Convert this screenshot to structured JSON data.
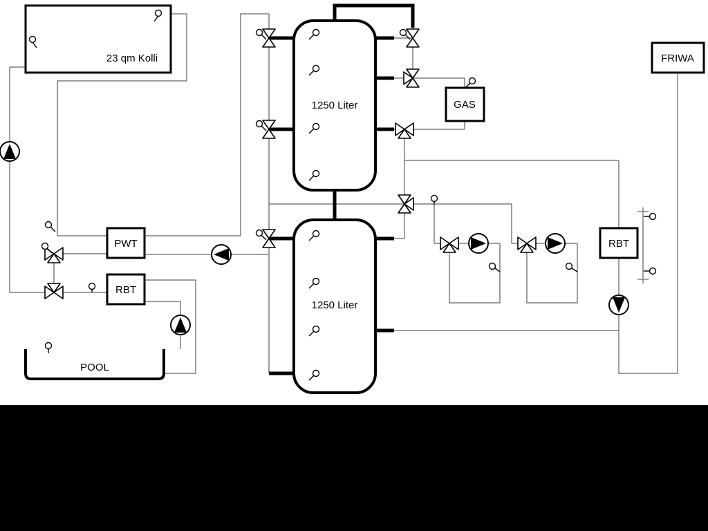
{
  "diagram": {
    "collector": {
      "label": "23 qm Kolli"
    },
    "tank_top": {
      "label": "1250 Liter"
    },
    "tank_bottom": {
      "label": "1250 Liter"
    },
    "gas": {
      "label": "GAS"
    },
    "friwa": {
      "label": "FRIWA"
    },
    "pwt": {
      "label": "PWT"
    },
    "rbt_left": {
      "label": "RBT"
    },
    "rbt_right": {
      "label": "RBT"
    },
    "pool": {
      "label": "POOL"
    }
  },
  "colors": {
    "pipe": "#7d7d7d",
    "component_outline": "#000000",
    "background": "#ffffff",
    "footer_band": "#000000"
  }
}
